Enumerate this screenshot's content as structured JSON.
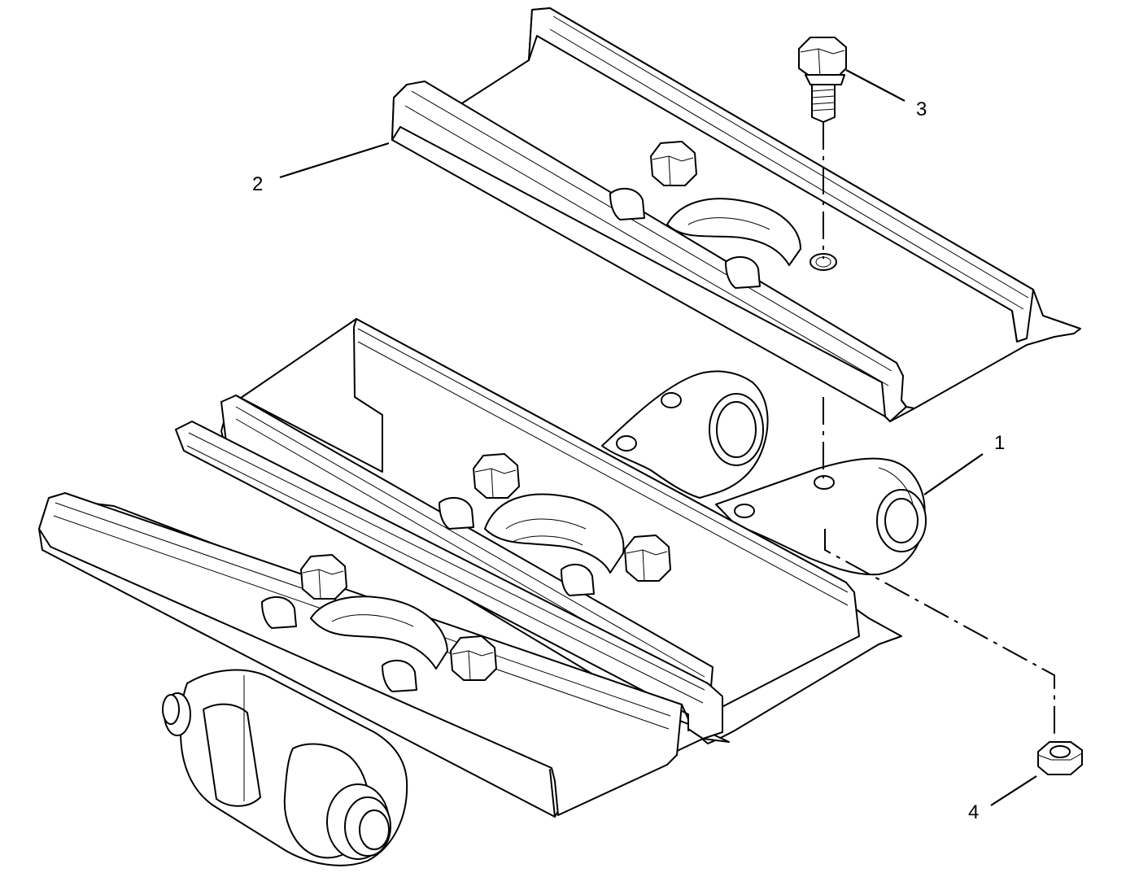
{
  "diagram": {
    "callouts": [
      {
        "label": "1",
        "part": "track-link-assembly"
      },
      {
        "label": "2",
        "part": "track-shoe"
      },
      {
        "label": "3",
        "part": "shoe-bolt"
      },
      {
        "label": "4",
        "part": "shoe-nut"
      }
    ],
    "colors": {
      "line": "#000000",
      "background": "#ffffff"
    }
  }
}
